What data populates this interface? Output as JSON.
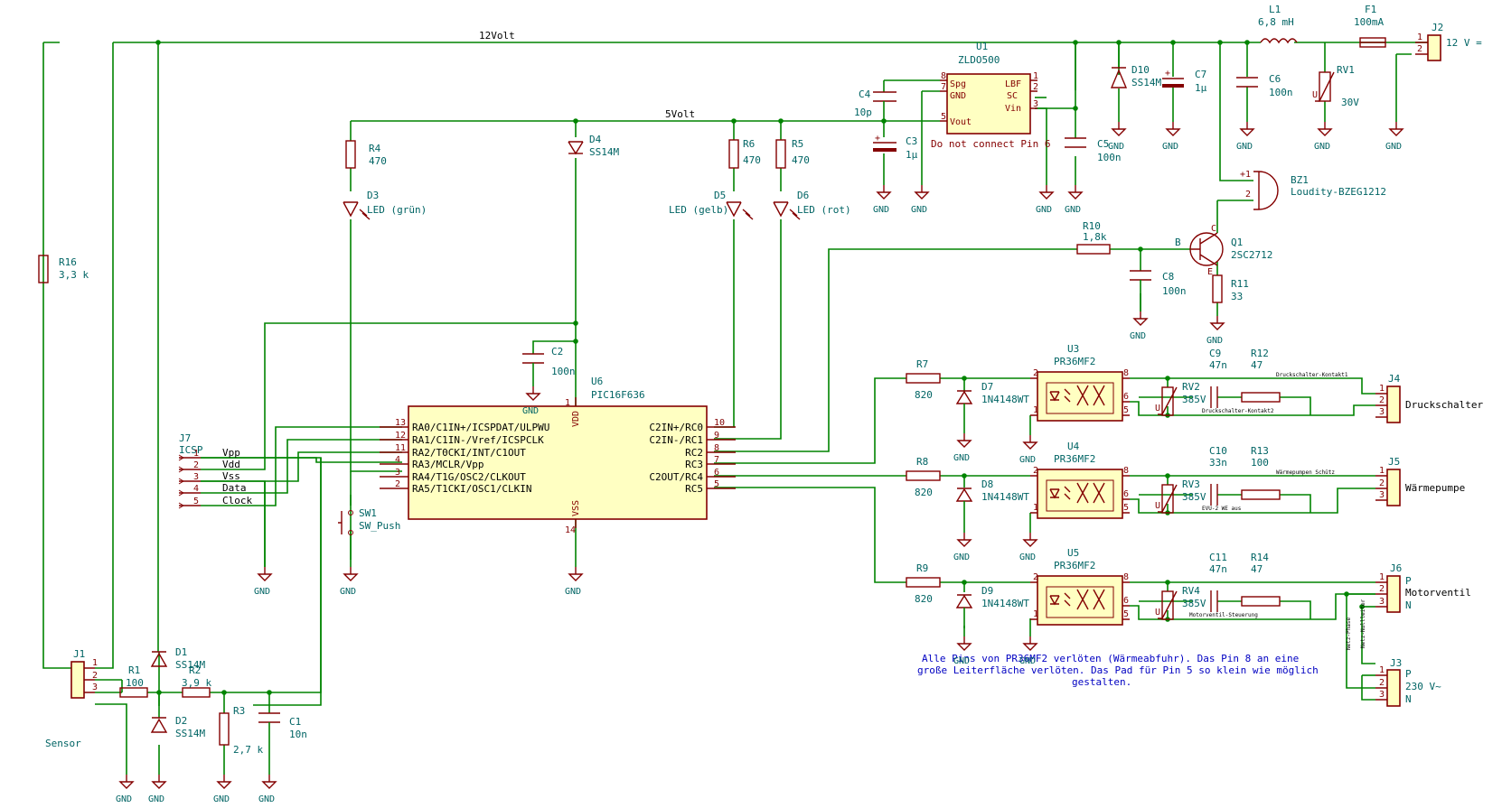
{
  "nets": {
    "v12": "12Volt",
    "v5": "5Volt",
    "gnd": "GND"
  },
  "notes": {
    "line1": "Alle Pins von PR36MF2 verlöten (Wärmeabfuhr). Das Pin 8 an eine",
    "line2": "große Leiterfläche verlöten. Das Pad für Pin 5 so klein wie möglich",
    "line3": "gestalten.",
    "u1_note": "Do not connect Pin 6"
  },
  "components": {
    "U1": {
      "ref": "U1",
      "value": "ZLDO500",
      "pins": [
        "Spg",
        "GND",
        "Vout",
        "LBF",
        "SC",
        "Vin"
      ],
      "nums": [
        "8",
        "7",
        "5",
        "1",
        "2",
        "3"
      ]
    },
    "U6": {
      "ref": "U6",
      "value": "PIC16F636",
      "vdd": "VDD",
      "vss": "VSS",
      "left_pins": [
        "RA0/C1IN+/ICSPDAT/ULPWU",
        "RA1/C1IN-/Vref/ICSPCLK",
        "RA2/T0CKI/INT/C1OUT",
        "RA3/MCLR/Vpp",
        "RA4/T1G/OSC2/CLKOUT",
        "RA5/T1CKI/OSC1/CLKIN"
      ],
      "left_nums": [
        "13",
        "12",
        "11",
        "4",
        "3",
        "2"
      ],
      "right_pins": [
        "C2IN+/RC0",
        "C2IN-/RC1",
        "RC2",
        "RC3",
        "C2OUT/RC4",
        "RC5"
      ],
      "right_nums": [
        "10",
        "9",
        "8",
        "7",
        "6",
        "5"
      ],
      "vdd_num": "1",
      "vss_num": "14"
    },
    "J7": {
      "ref": "J7",
      "value": "ICSP",
      "pins": [
        "Vpp",
        "Vdd",
        "Vss",
        "Data",
        "Clock"
      ],
      "nums": [
        "1",
        "2",
        "3",
        "4",
        "5"
      ]
    },
    "J1": {
      "ref": "J1",
      "value": "Sensor",
      "nums": [
        "1",
        "2",
        "3"
      ]
    },
    "J2": {
      "ref": "J2",
      "value": "12 V =",
      "nums": [
        "1",
        "2"
      ]
    },
    "J3": {
      "ref": "J3",
      "value": "230 V~",
      "nums": [
        "1",
        "2",
        "3"
      ],
      "p": "P",
      "n": "N"
    },
    "J4": {
      "ref": "J4",
      "value": "Druckschalter",
      "nums": [
        "1",
        "2",
        "3"
      ]
    },
    "J5": {
      "ref": "J5",
      "value": "Wärmepumpe",
      "nums": [
        "1",
        "2",
        "3"
      ]
    },
    "J6": {
      "ref": "J6",
      "value": "Motorventil",
      "nums": [
        "1",
        "2",
        "3"
      ],
      "p": "P",
      "n": "N"
    },
    "R1": {
      "ref": "R1",
      "value": "100"
    },
    "R2": {
      "ref": "R2",
      "value": "3,9 k"
    },
    "R3": {
      "ref": "R3",
      "value": "2,7 k"
    },
    "R4": {
      "ref": "R4",
      "value": "470"
    },
    "R5": {
      "ref": "R5",
      "value": "470"
    },
    "R6": {
      "ref": "R6",
      "value": "470"
    },
    "R7": {
      "ref": "R7",
      "value": "820"
    },
    "R8": {
      "ref": "R8",
      "value": "820"
    },
    "R9": {
      "ref": "R9",
      "value": "820"
    },
    "R10": {
      "ref": "R10",
      "value": "1,8k"
    },
    "R11": {
      "ref": "R11",
      "value": "33"
    },
    "R12": {
      "ref": "R12",
      "value": "47"
    },
    "R13": {
      "ref": "R13",
      "value": "100"
    },
    "R14": {
      "ref": "R14",
      "value": "47"
    },
    "R16": {
      "ref": "R16",
      "value": "3,3 k"
    },
    "C1": {
      "ref": "C1",
      "value": "10n"
    },
    "C2": {
      "ref": "C2",
      "value": "100n"
    },
    "C3": {
      "ref": "C3",
      "value": "1µ"
    },
    "C4": {
      "ref": "C4",
      "value": "10p"
    },
    "C5": {
      "ref": "C5",
      "value": "100n"
    },
    "C6": {
      "ref": "C6",
      "value": "100n"
    },
    "C7": {
      "ref": "C7",
      "value": "1µ"
    },
    "C8": {
      "ref": "C8",
      "value": "100n"
    },
    "C9": {
      "ref": "C9",
      "value": "47n"
    },
    "C10": {
      "ref": "C10",
      "value": "33n"
    },
    "C11": {
      "ref": "C11",
      "value": "47n"
    },
    "D1": {
      "ref": "D1",
      "value": "SS14M"
    },
    "D2": {
      "ref": "D2",
      "value": "SS14M"
    },
    "D3": {
      "ref": "D3",
      "value": "LED (grün)"
    },
    "D4": {
      "ref": "D4",
      "value": "SS14M"
    },
    "D5": {
      "ref": "D5",
      "value": "LED (gelb)"
    },
    "D6": {
      "ref": "D6",
      "value": "LED (rot)"
    },
    "D7": {
      "ref": "D7",
      "value": "1N4148WT"
    },
    "D8": {
      "ref": "D8",
      "value": "1N4148WT"
    },
    "D9": {
      "ref": "D9",
      "value": "1N4148WT"
    },
    "D10": {
      "ref": "D10",
      "value": "SS14M"
    },
    "L1": {
      "ref": "L1",
      "value": "6,8 mH"
    },
    "F1": {
      "ref": "F1",
      "value": "100mA"
    },
    "RV1": {
      "ref": "RV1",
      "value": "30V"
    },
    "RV2": {
      "ref": "RV2",
      "value": "385V"
    },
    "RV3": {
      "ref": "RV3",
      "value": "385V"
    },
    "RV4": {
      "ref": "RV4",
      "value": "385V"
    },
    "U3": {
      "ref": "U3",
      "value": "PR36MF2"
    },
    "U4": {
      "ref": "U4",
      "value": "PR36MF2"
    },
    "U5": {
      "ref": "U5",
      "value": "PR36MF2"
    },
    "Q1": {
      "ref": "Q1",
      "value": "2SC2712",
      "b": "B",
      "c": "C",
      "e": "E"
    },
    "BZ1": {
      "ref": "BZ1",
      "value": "Loudity-BZEG1212"
    },
    "SW1": {
      "ref": "SW1",
      "value": "SW_Push"
    }
  },
  "wire_labels": {
    "druck1": "Druckschalter-Kontakt1",
    "druck2": "Druckschalter-Kontakt2",
    "wp": "Wärmepumpen Schütz",
    "evu": "EVU-2 WE aus",
    "mv": "Motorventil-Steuerung",
    "netzphase": "Netz-Phase",
    "netznull": "Netz-Nullleiter"
  }
}
